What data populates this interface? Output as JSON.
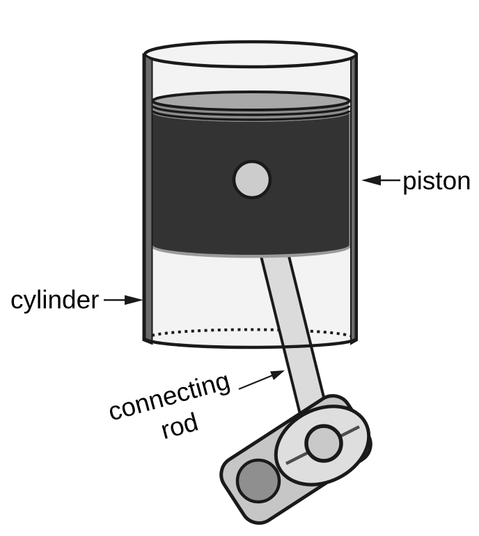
{
  "diagram": {
    "labels": {
      "piston": "piston",
      "cylinder": "cylinder",
      "connecting_rod": {
        "line1": "connecting",
        "line2": "rod"
      }
    },
    "colors": {
      "background": "#ffffff",
      "outline": "#1a1a1a",
      "cylinder_interior": "#f3f3f3",
      "cylinder_wall": "#6b6b6b",
      "piston_body": "#333333",
      "piston_crown": "#a8a8a8",
      "ring_groove": "#8d8d8d",
      "piston_rim": "#9a9a9a",
      "wrist_pin": "#cccccc",
      "connecting_rod": "#dbdbdb",
      "crank_block": "#c6c6c6",
      "crank_ellipse": "#dedede",
      "crank_pin": "#c9c9c9",
      "crankshaft": "#8f8f8f",
      "crank_axis_line": "#4d4d4d",
      "label_text": "#000000"
    }
  }
}
